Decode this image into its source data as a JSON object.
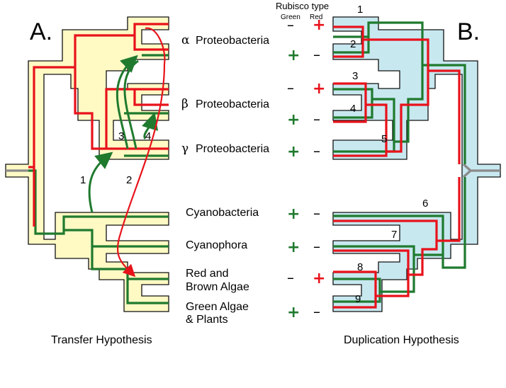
{
  "panels": {
    "a_label": "A.",
    "b_label": "B.",
    "a_caption": "Transfer Hypothesis",
    "b_caption": "Duplication Hypothesis"
  },
  "header": {
    "title": "Rubisco type",
    "col_green": "Green",
    "col_red": "Red"
  },
  "taxa": [
    {
      "greek": "α",
      "name": "Proteobacteria"
    },
    {
      "greek": "β",
      "name": "Proteobacteria"
    },
    {
      "greek": "γ",
      "name": "Proteobacteria"
    },
    {
      "name": "Cyanobacteria"
    },
    {
      "name": "Cyanophora"
    },
    {
      "name": "Red and",
      "name2": "Brown Algae"
    },
    {
      "name": "Green Algae",
      "name2": "& Plants"
    }
  ],
  "rubisco_rows": [
    {
      "green": "–",
      "red": "+"
    },
    {
      "green": "+",
      "red": "–"
    },
    {
      "green": "–",
      "red": "+"
    },
    {
      "green": "+",
      "red": "–"
    },
    {
      "green": "+",
      "red": "–"
    },
    {
      "green": "+",
      "red": "–"
    },
    {
      "green": "+",
      "red": "–"
    },
    {
      "green": "–",
      "red": "+"
    },
    {
      "green": "+",
      "red": "–"
    }
  ],
  "transfer_labels": [
    "1",
    "2",
    "3",
    "4"
  ],
  "duplication_labels": [
    "1",
    "2",
    "3",
    "4",
    "5",
    "6",
    "7",
    "8",
    "9"
  ],
  "colors": {
    "green_form": "#1f7a2e",
    "red_form": "#e8121b",
    "tree_a_fill": "#fff9c4",
    "tree_b_fill": "#c8e8f0",
    "root": "#8a8a8a"
  }
}
